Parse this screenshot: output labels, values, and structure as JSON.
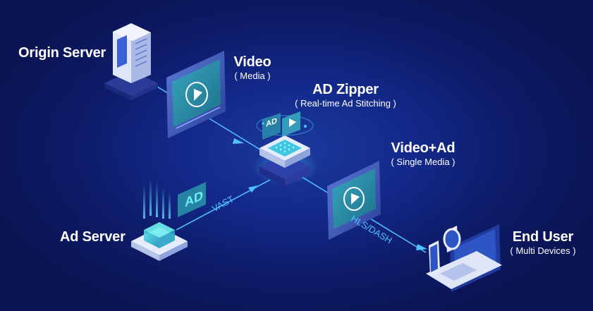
{
  "nodes": {
    "origin_server": {
      "title": "Origin Server"
    },
    "video": {
      "title": "Video",
      "subtitle": "( Media )"
    },
    "ad_zipper": {
      "title": "AD Zipper",
      "subtitle": "( Real-time Ad Stitching )"
    },
    "video_ad": {
      "title": "Video+Ad",
      "subtitle": "( Single Media )"
    },
    "ad_server": {
      "title": "Ad Server",
      "card_label": "AD"
    },
    "end_user": {
      "title": "End User",
      "subtitle": "( Multi Devices )"
    }
  },
  "connections": {
    "vast": "VAST",
    "hls_dash": "HLS/DASH"
  },
  "zipper_cards": [
    "AD",
    "▶"
  ],
  "colors": {
    "background": "#0d1b66",
    "line": "#4fc3ff",
    "accent": "#2ab8f0",
    "screen": "#2a8ea8"
  },
  "icons": [
    "server-icon",
    "video-player-icon",
    "stack-icon",
    "ad-cube-icon",
    "laptop-icon",
    "phone-icon",
    "watch-icon"
  ]
}
